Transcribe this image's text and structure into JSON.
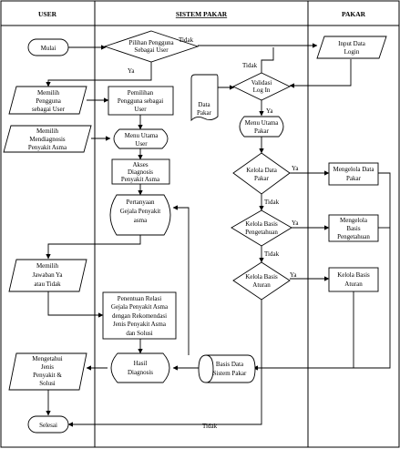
{
  "lanes": {
    "user": "USER",
    "sistem": "SISTEM PAKAR",
    "pakar": "PAKAR"
  },
  "nodes": {
    "mulai": "Mulai",
    "pilihan_pengguna": [
      "Pilihan Pengguna",
      "Sebagai User"
    ],
    "input_data_login": [
      "Input Data",
      "Login"
    ],
    "validasi_login": [
      "Validasi",
      "Log In"
    ],
    "data_pakar": [
      "Data",
      "Pakar"
    ],
    "menu_utama_pakar": [
      "Menu Utama",
      "Pakar"
    ],
    "memilih_pengguna": [
      "Memilih",
      "Pengguna",
      "sebagai User"
    ],
    "pemilihan_pengguna": [
      "Pemilihan",
      "Pengguna sebagai",
      "User"
    ],
    "memilih_mendiagnosis": [
      "Memilih",
      "Mendiagnosis",
      "Penyakit Asma"
    ],
    "menu_utama_user": [
      "Menu Utama",
      "User"
    ],
    "akses_diagnosis": [
      "Akses",
      "Diagnosis",
      "Penyakit Asma"
    ],
    "pertanyaan_gejala": [
      "Pertanyaan",
      "Gejala Penyakit",
      "asma"
    ],
    "kelola_data_pakar": [
      "Kelola Data",
      "Pakar"
    ],
    "mengelola_data_pakar": [
      "Mengelola Data",
      "Pakar"
    ],
    "kelola_basis_pengetahuan": [
      "Kelola Basis",
      "Pengetahuan"
    ],
    "mengelola_basis_pengetahuan": [
      "Mengelola",
      "Basis",
      "Pengetahuan"
    ],
    "kelola_basis_aturan": [
      "Kelola Basis",
      "Aturan"
    ],
    "kelola_basis_aturan_proc": [
      "Kelola Basis",
      "Aturan"
    ],
    "memilih_jawaban": [
      "Memilih",
      "Jawaban Ya",
      "atau Tidak"
    ],
    "penentuan_relasi": [
      "Penentuan Relasi",
      "Gejala Penyakit Asma",
      "dengan Rekomendasi",
      "Jenis Penyakit Asma",
      "dan Solusi"
    ],
    "hasil_diagnosis": [
      "Hasil",
      "Diagnosis"
    ],
    "basis_data_sistem_pakar": [
      "Basis Data",
      "Sistem Pakar"
    ],
    "mengetahui_jenis": [
      "Mengetahui",
      "Jenis",
      "Penyakit &",
      "Solusi"
    ],
    "selesai": "Selesai"
  },
  "edge_labels": {
    "pilihan_tidak": "Tidak",
    "pilihan_ya": "Ya",
    "validasi_tidak": "Tidak",
    "validasi_ya": "Ya",
    "kelola_data_ya": "Ya",
    "kelola_data_tidak": "Tidak",
    "kelola_pengetahuan_ya": "Ya",
    "kelola_pengetahuan_tidak": "Tidak",
    "kelola_aturan_ya": "Ya",
    "kelola_aturan_tidak": "Tidak"
  }
}
